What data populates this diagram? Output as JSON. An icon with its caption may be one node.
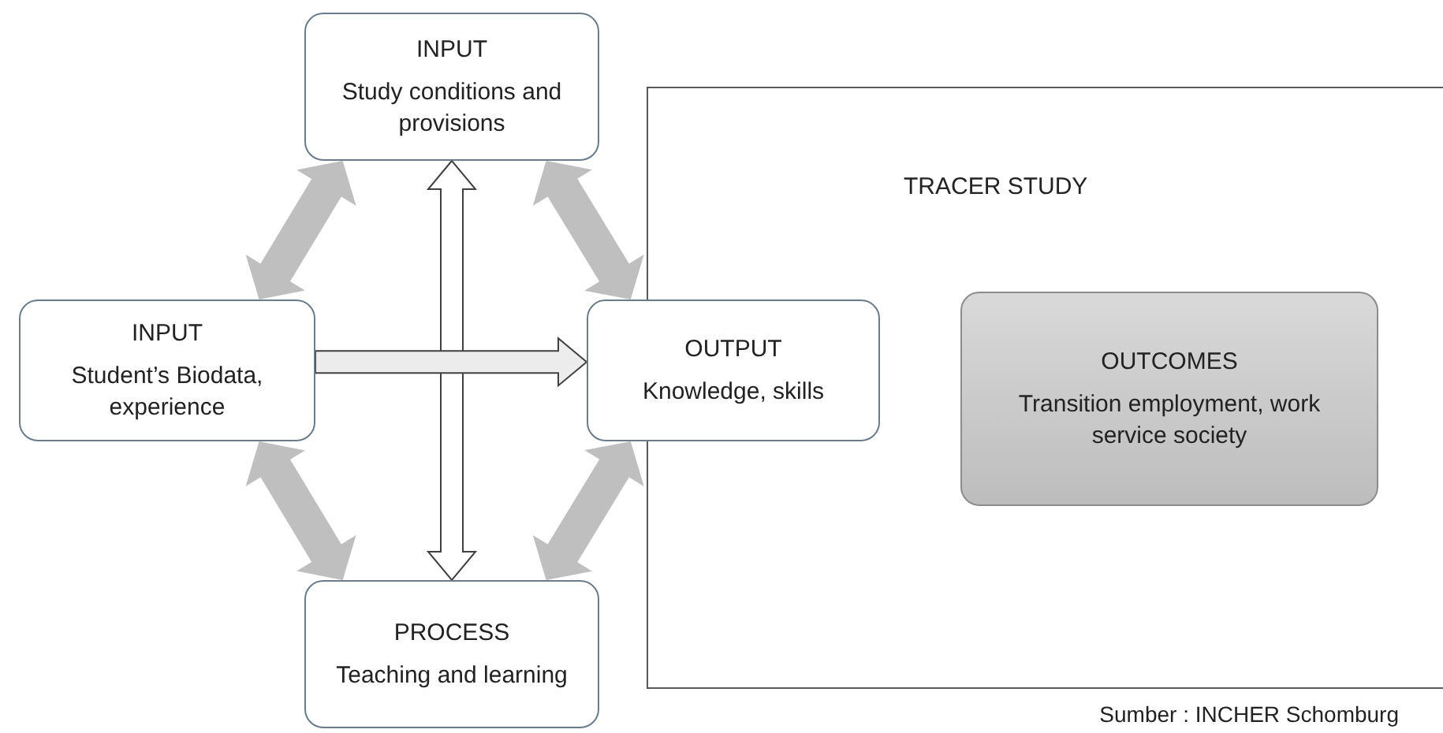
{
  "diagram": {
    "nodes": [
      {
        "text": [
          "INPUT",
          "Study conditions and provisions"
        ]
      },
      {
        "text": [
          "INPUT",
          "Student’s Biodata, experience"
        ]
      },
      {
        "text": [
          "OUTPUT",
          "Knowledge, skills"
        ]
      },
      {
        "text": [
          "PROCESS",
          "Teaching and learning"
        ]
      },
      {
        "text": [
          "TRACER STUDY"
        ]
      },
      {
        "text": [
          "OUTCOMES",
          "Transition employment, work service society"
        ],
        "in": 4
      }
    ],
    "edges": [
      {
        "from": 0,
        "to": 1,
        "arrow": "both",
        "style": "thick",
        "color": "#bfbfbf"
      },
      {
        "from": 0,
        "to": 2,
        "arrow": "both",
        "style": "thick",
        "color": "#bfbfbf"
      },
      {
        "from": 1,
        "to": 3,
        "arrow": "both",
        "style": "thick",
        "color": "#bfbfbf"
      },
      {
        "from": 3,
        "to": 2,
        "arrow": "both",
        "style": "thick",
        "color": "#bfbfbf"
      },
      {
        "from": 0,
        "to": 3,
        "arrow": "both",
        "style": "thick"
      },
      {
        "from": 1,
        "to": 2,
        "arrow": "to",
        "style": "thick"
      }
    ],
    "labels": [
      "Sumber : INCHER Schomburg"
    ]
  }
}
